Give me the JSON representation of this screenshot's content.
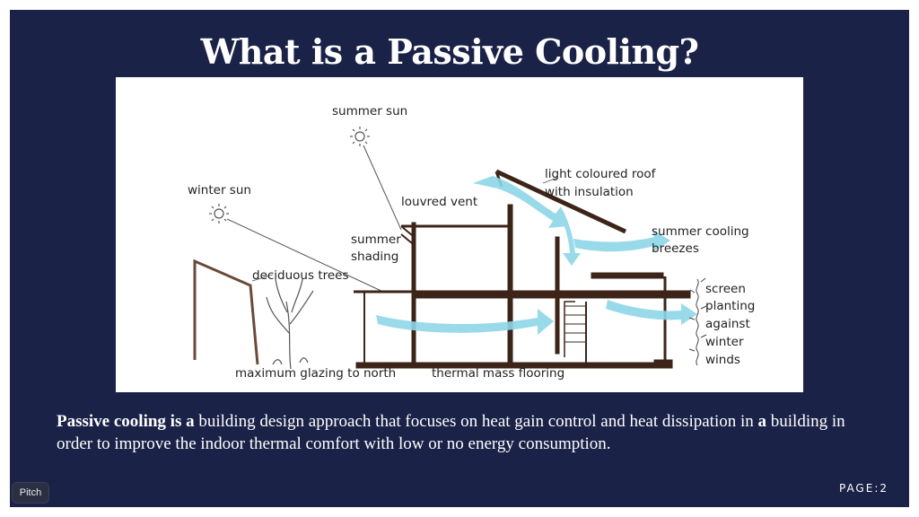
{
  "slide": {
    "title": "What is a Passive Cooling?",
    "body": {
      "part1_bold": "Passive cooling is a",
      "part2": " building design approach that focuses on heat gain control and heat dissipation in ",
      "part3_bold": "a",
      "part4": " building in order to improve the indoor thermal comfort with low or no energy consumption."
    },
    "page_label": "PAGE:2",
    "badge": "Pitch"
  },
  "diagram": {
    "labels": {
      "summer_sun": "summer sun",
      "winter_sun": "winter sun",
      "louvred_vent": "louvred vent",
      "roof_line1": "light coloured roof",
      "roof_line2": "with insulation",
      "cooling_line1": "summer cooling",
      "cooling_line2": "breezes",
      "shading_line1": "summer",
      "shading_line2": "shading",
      "trees": "deciduous trees",
      "screen_line1": "screen",
      "screen_line2": "planting",
      "screen_line3": "against",
      "screen_line4": "winter",
      "screen_line5": "winds",
      "glazing": "maximum glazing to north",
      "flooring": "thermal mass flooring"
    },
    "colors": {
      "structure": "#3d2418",
      "airflow": "#8fd6e8",
      "ink": "#222222"
    }
  }
}
